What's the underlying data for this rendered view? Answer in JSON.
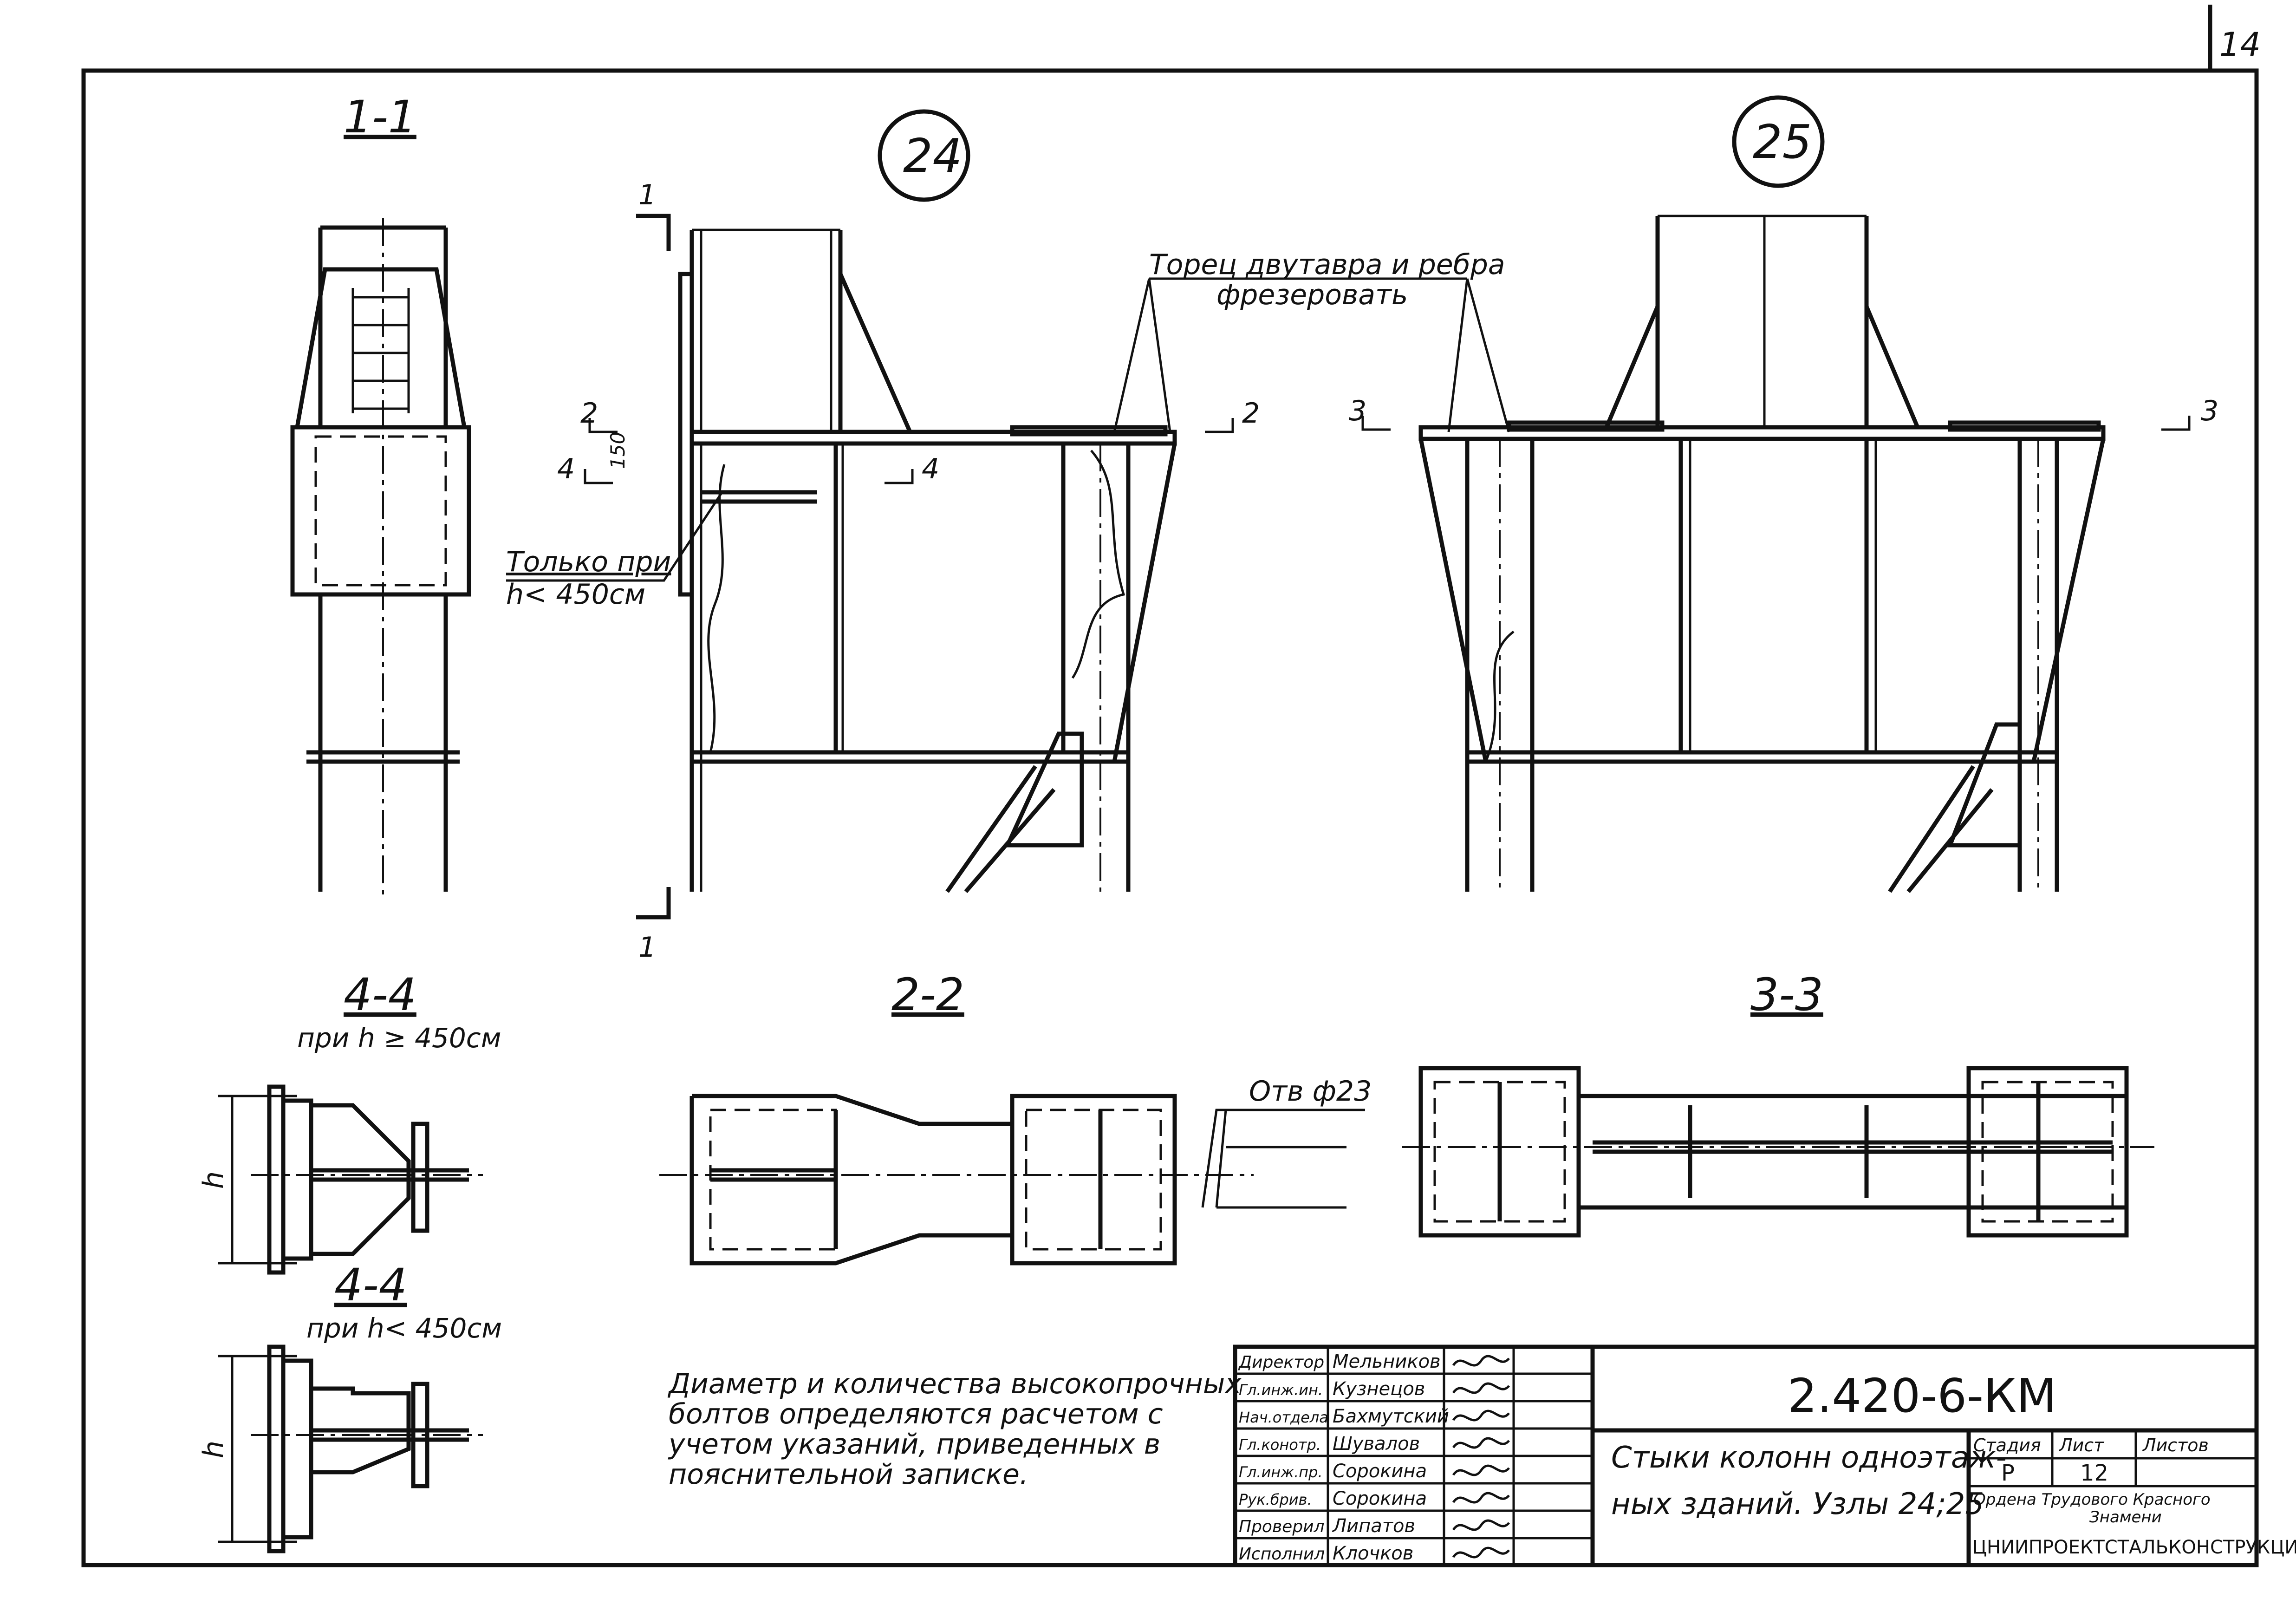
{
  "sheet": {
    "page_number": "14",
    "designation": "2.420-6-КМ",
    "title_line1": "Стыки колонн одноэтаж-",
    "title_line2": "ных зданий. Узлы 24;25",
    "stage_label": "Стадия",
    "sheet_label": "Лист",
    "sheets_label": "Листов",
    "stage_value": "Р",
    "sheet_value": "12",
    "org_line1": "Ордена Трудового Красного",
    "org_line2": "Знамени",
    "org_line3": "ЦНИИПРОЕКТСТАЛЬКОНСТРУКЦИЯ"
  },
  "signatures": [
    {
      "role": "Директор",
      "name": "Мельников"
    },
    {
      "role": "Гл.инж.ин.",
      "name": "Кузнецов"
    },
    {
      "role": "Нач.отдела",
      "name": "Бахмутский"
    },
    {
      "role": "Гл.конотр.",
      "name": "Шувалов"
    },
    {
      "role": "Гл.инж.пр.",
      "name": "Сорокина"
    },
    {
      "role": "Рук.брив.",
      "name": "Сорокина"
    },
    {
      "role": "Проверил",
      "name": "Липатов"
    },
    {
      "role": "Исполнил",
      "name": "Клочков"
    }
  ],
  "views": {
    "sec11": "1-1",
    "node24": "24",
    "node25": "25",
    "sec44a": "4-4",
    "sec44a_sub": "при h ≥ 450см",
    "sec44b": "4-4",
    "sec44b_sub": "при h< 450см",
    "sec22": "2-2",
    "sec33": "3-3"
  },
  "annotations": {
    "mill_line1": "Торец двутавра и ребра",
    "mill_line2": "фрезеровать",
    "only_line1": "Только при",
    "only_line2": "h< 450см",
    "hole": "Отв ф23",
    "dim150": "150",
    "h": "h",
    "cut1_top": "1",
    "cut1_bot": "1",
    "cut2_left": "2",
    "cut2_right": "2",
    "cut3_left": "3",
    "cut3_right": "3",
    "cut4_left": "4",
    "cut4_right": "4"
  },
  "note": {
    "line1": "Диаметр и количества высокопрочных",
    "line2": "болтов определяются расчетом с",
    "line3": "учетом указаний, приведенных в",
    "line4": "пояснительной записке."
  }
}
